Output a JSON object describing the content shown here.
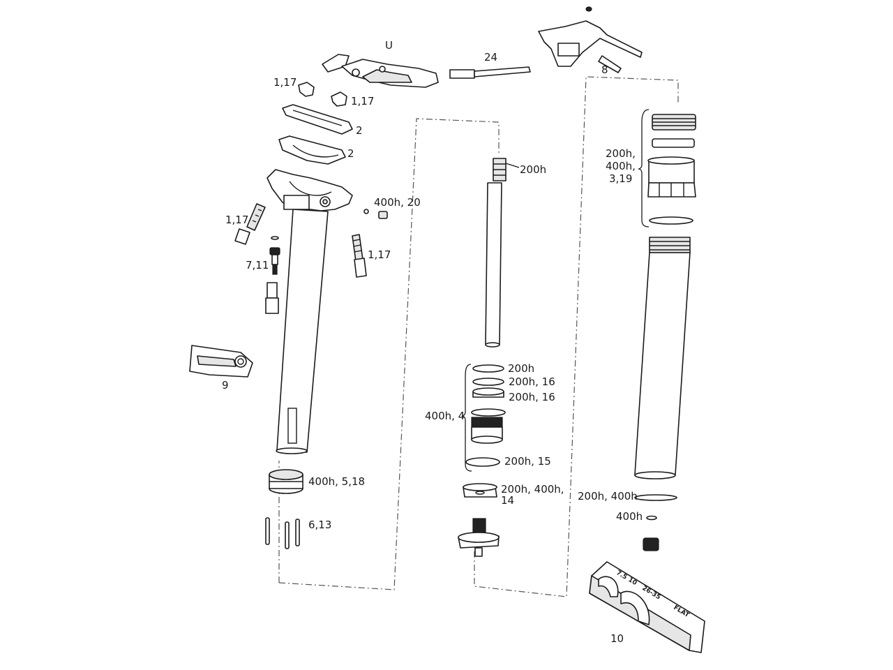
{
  "callouts": {
    "remote": "U",
    "cable_bolt": "24",
    "valve": "8",
    "cradle_bolts_a": "1,17",
    "cradle_bolts_b": "1,17",
    "clamp_top": "2",
    "clamp_bottom": "2",
    "seal_head": "400h, 20",
    "bolt_left": "1,17",
    "bolt_right": "1,17",
    "air_valve": "7,11",
    "collar_tool": "9",
    "bushing": "400h, 5,18",
    "pins": "6,13",
    "cartridge": "200h",
    "ring_a": "200h",
    "ring_b": "200h, 16",
    "ring_c": "200h, 16",
    "piston_group": "400h, 4",
    "ring_d": "200h, 15",
    "top_cap": "200h, 400h,",
    "top_cap_2": "14",
    "collar_group_1": "200h,",
    "collar_group_2": "400h,",
    "collar_group_3": "3,19",
    "oring_lower": "200h, 400h",
    "oring_small": "400h",
    "vise": "10"
  },
  "vise_text": {
    "a": "7.5",
    "b": "10",
    "c": "26-35",
    "d": "FLAT"
  }
}
